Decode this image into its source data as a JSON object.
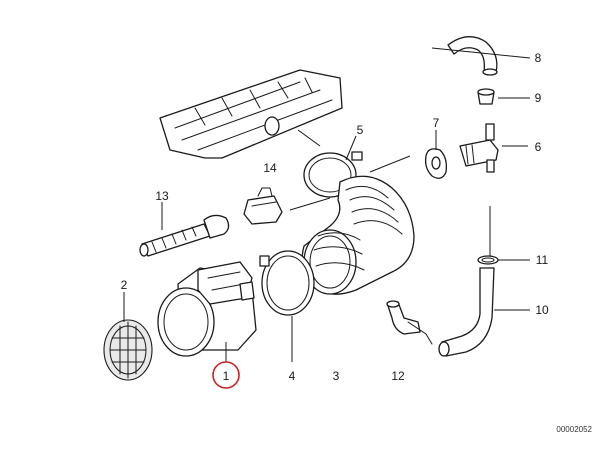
{
  "diagram": {
    "document_id": "00002052",
    "highlight_color": "#cc2222",
    "callouts": {
      "c1": "1",
      "c2": "2",
      "c3": "3",
      "c4": "4",
      "c5": "5",
      "c6": "6",
      "c7": "7",
      "c8": "8",
      "c9": "9",
      "c10": "10",
      "c11": "11",
      "c12": "12",
      "c13": "13",
      "c14": "14"
    }
  }
}
